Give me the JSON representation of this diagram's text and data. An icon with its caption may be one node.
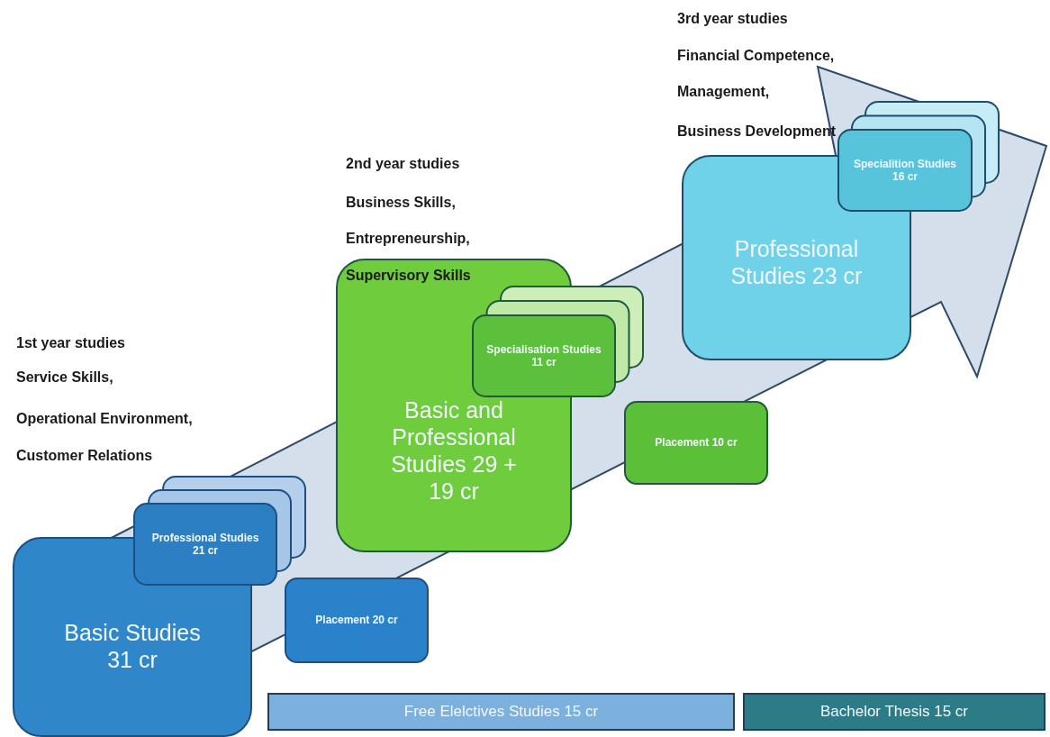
{
  "diagram": {
    "nodes": [
      {
        "text": [
          "Professional Studies 21 cr"
        ]
      },
      {
        "text": [
          "Basic Studies 31 cr"
        ]
      },
      {
        "text": [
          "Placement 20 cr"
        ]
      },
      {
        "text": [
          "Specialisation Studies 11 cr"
        ]
      },
      {
        "text": [
          "Basic and Professional Studies 29 + 19 cr"
        ]
      },
      {
        "text": [
          "Placement 10 cr"
        ]
      },
      {
        "text": [
          "Specialition Studies 16 cr"
        ]
      },
      {
        "text": [
          "Professional Studies 23 cr"
        ]
      },
      {
        "text": [
          "Free Elelctives Studies 15 cr"
        ]
      },
      {
        "text": [
          "Bachelor Thesis 15 cr"
        ]
      }
    ],
    "edges": [],
    "labels": [
      "3rd year studies",
      "Financial Competence,",
      "Management,",
      "Business Development",
      "2nd year studies",
      "Business Skills,",
      "Entrepreneurship,",
      "Supervisory Skills",
      "1st year studies",
      "Service Skills,",
      "Operational Environment,",
      "Customer Relations"
    ]
  }
}
